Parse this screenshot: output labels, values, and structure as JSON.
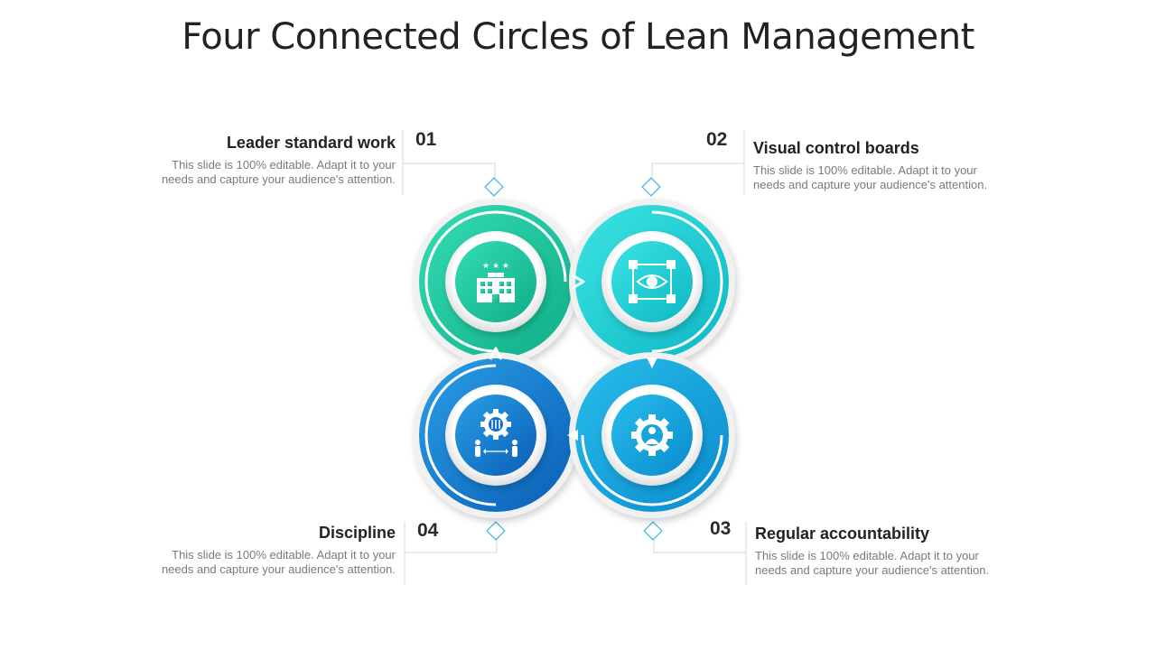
{
  "title": "Four Connected Circles of Lean Management",
  "items": [
    {
      "number": "01",
      "heading": "Leader standard work",
      "body_line1": "This slide is 100% editable. Adapt it to your",
      "body_line2": "needs and capture your audience's attention.",
      "icon": "building-icon"
    },
    {
      "number": "02",
      "heading": "Visual control boards",
      "body_line1": "This slide is 100% editable. Adapt it to your",
      "body_line2": "needs and capture your audience's attention.",
      "icon": "eye-board-icon"
    },
    {
      "number": "03",
      "heading": "Regular accountability",
      "body_line1": "This slide is 100% editable. Adapt it to your",
      "body_line2": "needs and capture your audience's attention.",
      "icon": "gear-person-icon"
    },
    {
      "number": "04",
      "heading": "Discipline",
      "body_line1": "This slide is 100% editable. Adapt it to your",
      "body_line2": "needs and capture your audience's attention.",
      "icon": "gear-people-icon"
    }
  ],
  "colors": {
    "c1_light": "#2fd6b0",
    "c1_dark": "#12b389",
    "c2_light": "#2fe0e0",
    "c2_dark": "#10bcc8",
    "c3_light": "#1fb6e6",
    "c3_dark": "#0a8fd2",
    "c4_light": "#1f95e2",
    "c4_dark": "#0a60b8",
    "connector": "#a8d8e8"
  }
}
